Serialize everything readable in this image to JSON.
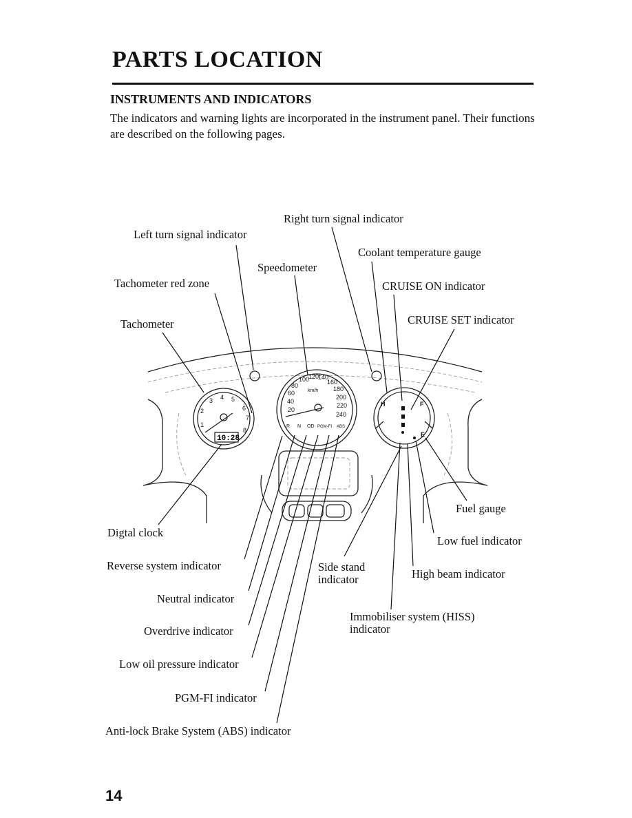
{
  "page": {
    "title": "PARTS LOCATION",
    "section_heading": "INSTRUMENTS AND INDICATORS",
    "intro": "The indicators and warning lights are incorporated in the instrument panel. Their functions are described on the following pages.",
    "page_number": "14"
  },
  "labels": {
    "right_turn": "Right turn signal indicator",
    "left_turn": "Left turn signal indicator",
    "coolant": "Coolant temperature gauge",
    "speedometer": "Speedometer",
    "tach_red": "Tachometer red zone",
    "cruise_on": "CRUISE ON indicator",
    "tachometer": "Tachometer",
    "cruise_set": "CRUISE SET indicator",
    "fuel_gauge": "Fuel gauge",
    "digital_clock": "Digtal clock",
    "low_fuel": "Low fuel indicator",
    "reverse": "Reverse system indicator",
    "side_stand": "Side stand\nindicator",
    "high_beam": "High beam indicator",
    "neutral": "Neutral indicator",
    "immobiliser": "Immobiliser system (HISS)\nindicator",
    "overdrive": "Overdrive indicator",
    "low_oil": "Low oil pressure indicator",
    "pgm_fi": "PGM-FI indicator",
    "abs": "Anti-lock Brake System (ABS) indicator"
  },
  "diagram": {
    "clock_display": "10:28",
    "speed_unit": "km/h",
    "speed_ticks": [
      "20",
      "40",
      "60",
      "80",
      "100",
      "120",
      "140",
      "160",
      "180",
      "200",
      "220",
      "240"
    ],
    "tach_ticks": [
      "1",
      "2",
      "3",
      "4",
      "5",
      "6",
      "7",
      "8"
    ],
    "indicator_row": [
      "R",
      "N",
      "OD",
      "PGM-FI",
      "ABS"
    ],
    "temp_mark_h": "H",
    "fuel_mark_e": "E",
    "fuel_mark_f": "F"
  }
}
